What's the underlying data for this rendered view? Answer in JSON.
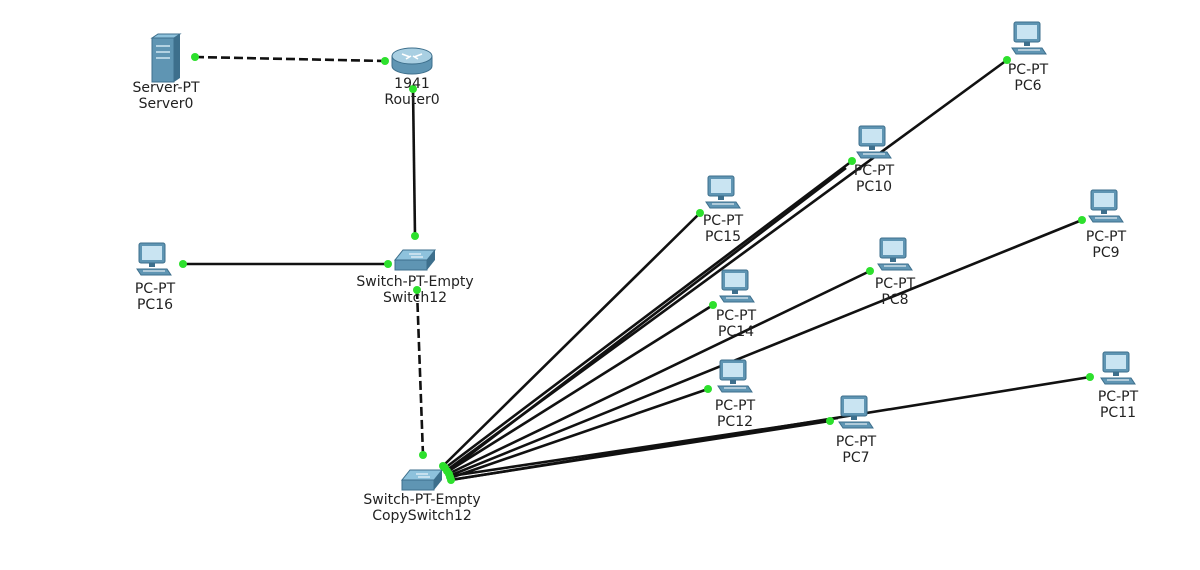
{
  "colors": {
    "link": "#111111",
    "port": "#2de02d",
    "device": "#5f95b3",
    "device_dark": "#3d6f8c",
    "screen": "#c9e4f2"
  },
  "devices": {
    "server0": {
      "model": "Server-PT",
      "name": "Server0",
      "icon": "server-icon"
    },
    "router0": {
      "model": "1941",
      "name": "Router0",
      "icon": "router-icon"
    },
    "switch12": {
      "model": "Switch-PT-Empty",
      "name": "Switch12",
      "icon": "switch-icon"
    },
    "copyswitch12": {
      "model": "Switch-PT-Empty",
      "name": "CopySwitch12",
      "icon": "switch-icon"
    },
    "pc16": {
      "model": "PC-PT",
      "name": "PC16",
      "icon": "pc-icon"
    },
    "pc15": {
      "model": "PC-PT",
      "name": "PC15",
      "icon": "pc-icon"
    },
    "pc14": {
      "model": "PC-PT",
      "name": "PC14",
      "icon": "pc-icon"
    },
    "pc12": {
      "model": "PC-PT",
      "name": "PC12",
      "icon": "pc-icon"
    },
    "pc10": {
      "model": "PC-PT",
      "name": "PC10",
      "icon": "pc-icon"
    },
    "pc8": {
      "model": "PC-PT",
      "name": "PC8",
      "icon": "pc-icon"
    },
    "pc7": {
      "model": "PC-PT",
      "name": "PC7",
      "icon": "pc-icon"
    },
    "pc6": {
      "model": "PC-PT",
      "name": "PC6",
      "icon": "pc-icon"
    },
    "pc9": {
      "model": "PC-PT",
      "name": "PC9",
      "icon": "pc-icon"
    },
    "pc11": {
      "model": "PC-PT",
      "name": "PC11",
      "icon": "pc-icon"
    }
  },
  "links": [
    {
      "from": "server0",
      "to": "router0",
      "style": "dashed"
    },
    {
      "from": "router0",
      "to": "switch12",
      "style": "solid"
    },
    {
      "from": "pc16",
      "to": "switch12",
      "style": "solid"
    },
    {
      "from": "switch12",
      "to": "copyswitch12",
      "style": "dashed"
    },
    {
      "from": "copyswitch12",
      "to": "pc15",
      "style": "solid"
    },
    {
      "from": "copyswitch12",
      "to": "pc10",
      "style": "solid"
    },
    {
      "from": "copyswitch12",
      "to": "pc6",
      "style": "solid"
    },
    {
      "from": "copyswitch12",
      "to": "pc14",
      "style": "solid"
    },
    {
      "from": "copyswitch12",
      "to": "pc8",
      "style": "solid"
    },
    {
      "from": "copyswitch12",
      "to": "pc9",
      "style": "solid"
    },
    {
      "from": "copyswitch12",
      "to": "pc12",
      "style": "solid"
    },
    {
      "from": "copyswitch12",
      "to": "pc7",
      "style": "solid"
    },
    {
      "from": "copyswitch12",
      "to": "pc11",
      "style": "solid"
    }
  ]
}
